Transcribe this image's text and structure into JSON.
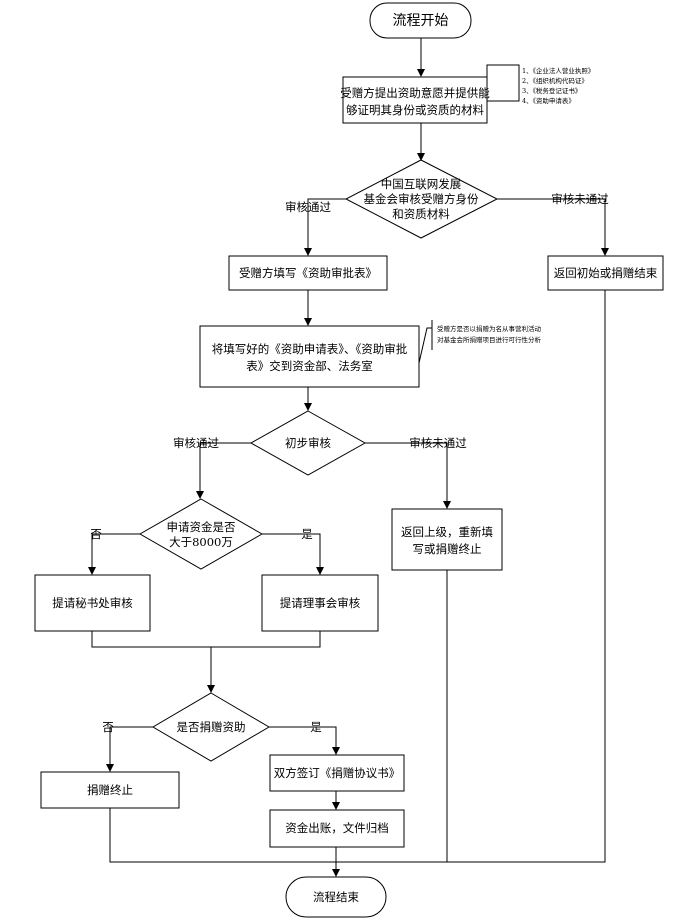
{
  "nodes": {
    "start": "流程开始",
    "submit_line1": "受赠方提出资助意愿并提供能",
    "submit_line2": "够证明其身份或资质的材料",
    "review1_line1": "中国互联网发展",
    "review1_line2": "基金会审核受赠方身份",
    "review1_line3": "和资质材料",
    "fill_form": "受赠方填写《资助审批表》",
    "return_initial": "返回初始或捐赠结束",
    "hand_over_line1": "将填写好的《资助申请表》、《资助审批",
    "hand_over_line2": "表》交到资金部、法务室",
    "preliminary": "初步审核",
    "return_superior_line1": "返回上级，重新填",
    "return_superior_line2": "写或捐赠终止",
    "amount_line1": "申请资金是否",
    "amount_line2": "大于8000万",
    "secretariat": "提请秘书处审核",
    "council": "提请理事会审核",
    "donate_q": "是否捐赠资助",
    "terminate": "捐赠终止",
    "sign": "双方签订《捐赠协议书》",
    "archive": "资金出账，文件归档",
    "end": "流程结束"
  },
  "labels": {
    "pass1": "审核通过",
    "fail1": "审核未通过",
    "pass2": "审核通过",
    "fail2": "审核未通过",
    "no1": "否",
    "yes1": "是",
    "no2": "否",
    "yes2": "是"
  },
  "notes": {
    "materials": [
      "1、《企业法人营业执照》",
      "2、《组织机构代码证》",
      "3、《税务登记证书》",
      "4、《资助申请表》"
    ],
    "analysis_line1": "受赠方是否以捐赠为名从事营利活动",
    "analysis_line2": "对基金会所捐赠项目进行可行性分析"
  }
}
